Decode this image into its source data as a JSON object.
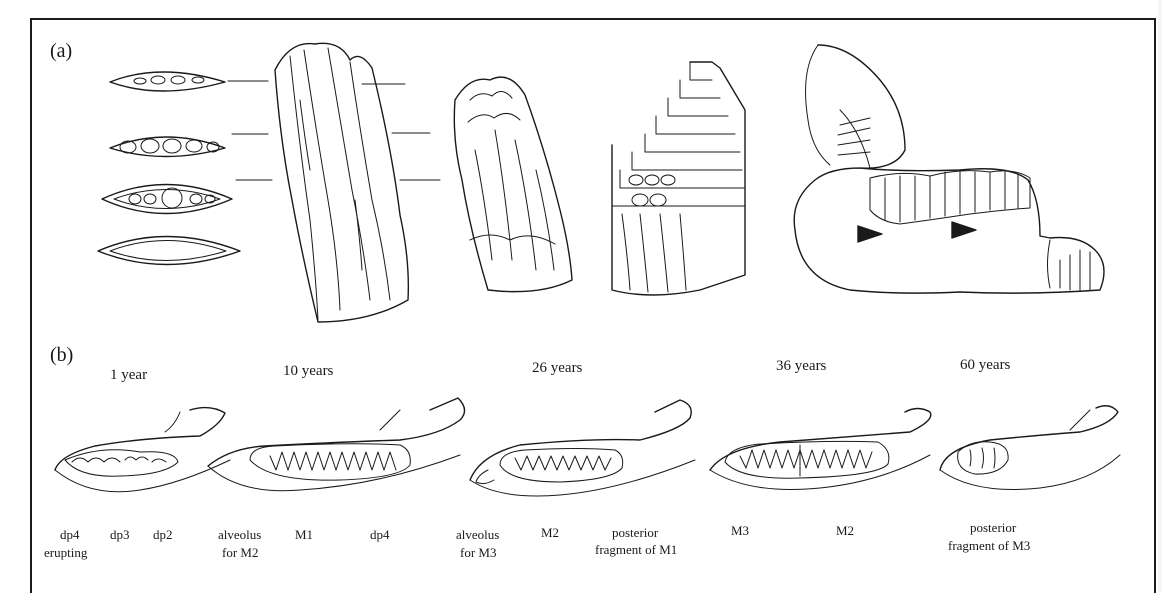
{
  "figure": {
    "top_caption_fragment": "",
    "panels": [
      {
        "label": "(a)"
      },
      {
        "label": "(b)"
      }
    ],
    "ages": [
      "1 year",
      "10 years",
      "26 years",
      "36 years",
      "60 years"
    ],
    "labels": {
      "y1": [
        "dp4",
        "dp3",
        "dp2",
        "erupting"
      ],
      "y10": [
        "alveolus",
        "for M2",
        "M1",
        "dp4"
      ],
      "y26": [
        "alveolus",
        "for M3",
        "M2",
        "posterior",
        "fragment of M1"
      ],
      "y36": [
        "M3",
        "M2"
      ],
      "y60": [
        "posterior",
        "fragment of M3"
      ]
    }
  }
}
